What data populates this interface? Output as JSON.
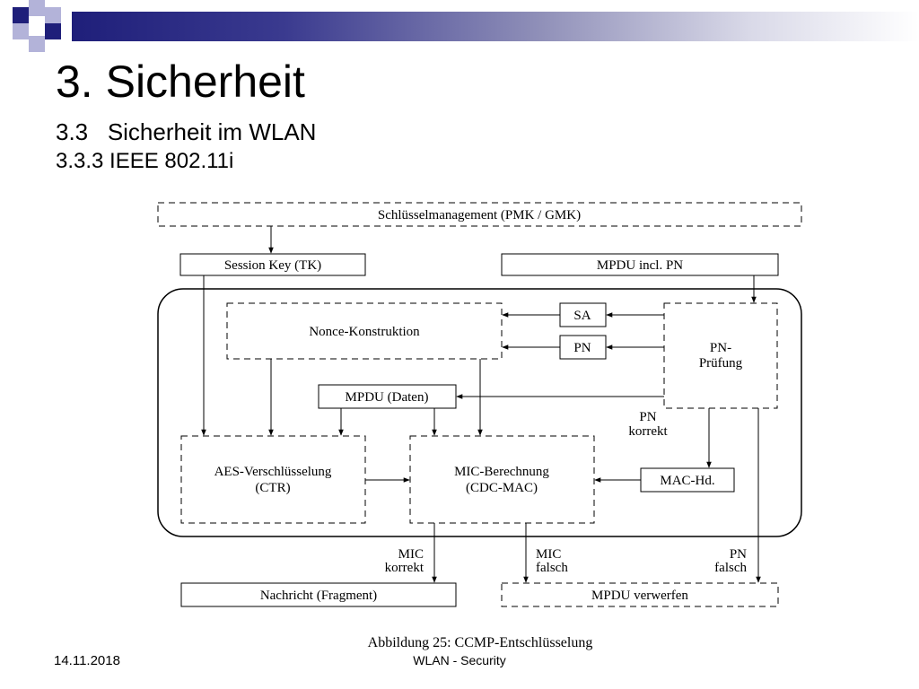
{
  "slide": {
    "title": "3. Sicherheit",
    "subtitle": "3.3   Sicherheit im WLAN",
    "subsubtitle": "3.3.3 IEEE 802.11i",
    "footer_date": "14.11.2018",
    "footer_center": "WLAN - Security"
  },
  "colors": {
    "accent_dark": "#1f1f7a",
    "accent_light": "#b3b3d9"
  },
  "diagram": {
    "caption": "Abbildung 25: CCMP-Entschlüsselung",
    "nodes": {
      "schluesselmanagement": "Schlüsselmanagement (PMK / GMK)",
      "session_key": "Session Key (TK)",
      "mpdu_incl_pn": "MPDU incl. PN",
      "nonce": "Nonce-Konstruktion",
      "sa": "SA",
      "pn": "PN",
      "pn_pruefung_1": "PN-",
      "pn_pruefung_2": "Prüfung",
      "mpdu_daten": "MPDU (Daten)",
      "aes_1": "AES-Verschlüsselung",
      "aes_2": "(CTR)",
      "mic_1": "MIC-Berechnung",
      "mic_2": "(CDC-MAC)",
      "mac_hd": "MAC-Hd.",
      "nachricht": "Nachricht (Fragment)",
      "mpdu_verwerfen": "MPDU verwerfen"
    },
    "edge_labels": {
      "pn_korrekt_1": "PN",
      "pn_korrekt_2": "korrekt",
      "mic_korrekt_1": "MIC",
      "mic_korrekt_2": "korrekt",
      "mic_falsch_1": "MIC",
      "mic_falsch_2": "falsch",
      "pn_falsch_1": "PN",
      "pn_falsch_2": "falsch"
    }
  }
}
